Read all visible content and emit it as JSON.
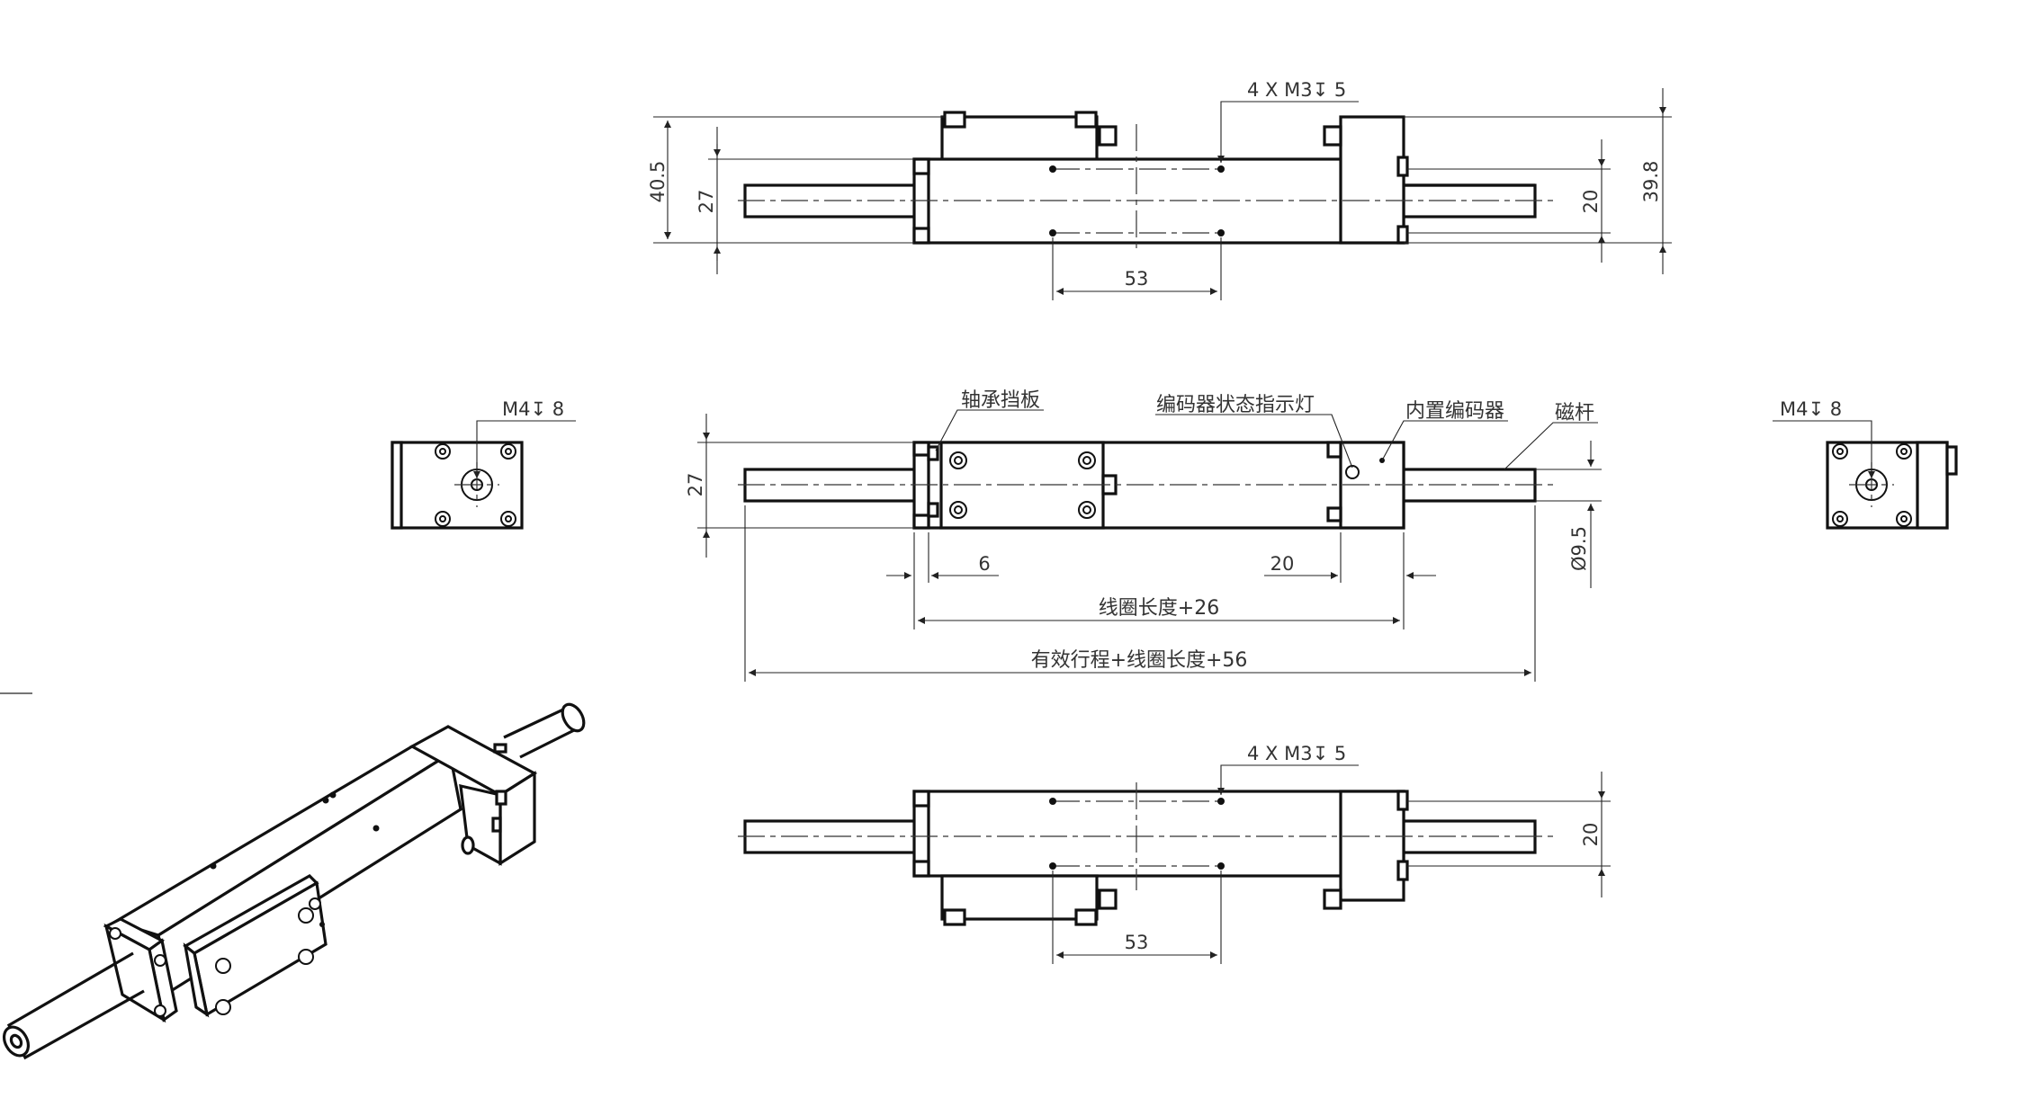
{
  "top_view": {
    "callout_holes": "4 X M3↧ 5",
    "dim_overall_left": "40.5",
    "dim_height_left": "27",
    "dim_height_right": "20",
    "dim_overall_right": "39.8",
    "dim_hole_spacing": "53"
  },
  "side_view": {
    "label_bearing_plate": "轴承挡板",
    "label_encoder_indicator": "编码器状态指示灯",
    "label_builtin_encoder": "内置编码器",
    "label_magnet_rod": "磁杆",
    "dim_height": "27",
    "dim_rod_diameter": "Ø9.5",
    "dim_left_offset": "6",
    "dim_right_block": "20",
    "dim_coil_length": "线圈长度+26",
    "dim_total_length": "有效行程+线圈长度+56"
  },
  "end_view_left": {
    "callout": "M4↧ 8"
  },
  "end_view_right": {
    "callout": "M4↧ 8"
  },
  "bottom_view": {
    "callout_holes": "4 X M3↧ 5",
    "dim_height": "20",
    "dim_hole_spacing": "53"
  }
}
